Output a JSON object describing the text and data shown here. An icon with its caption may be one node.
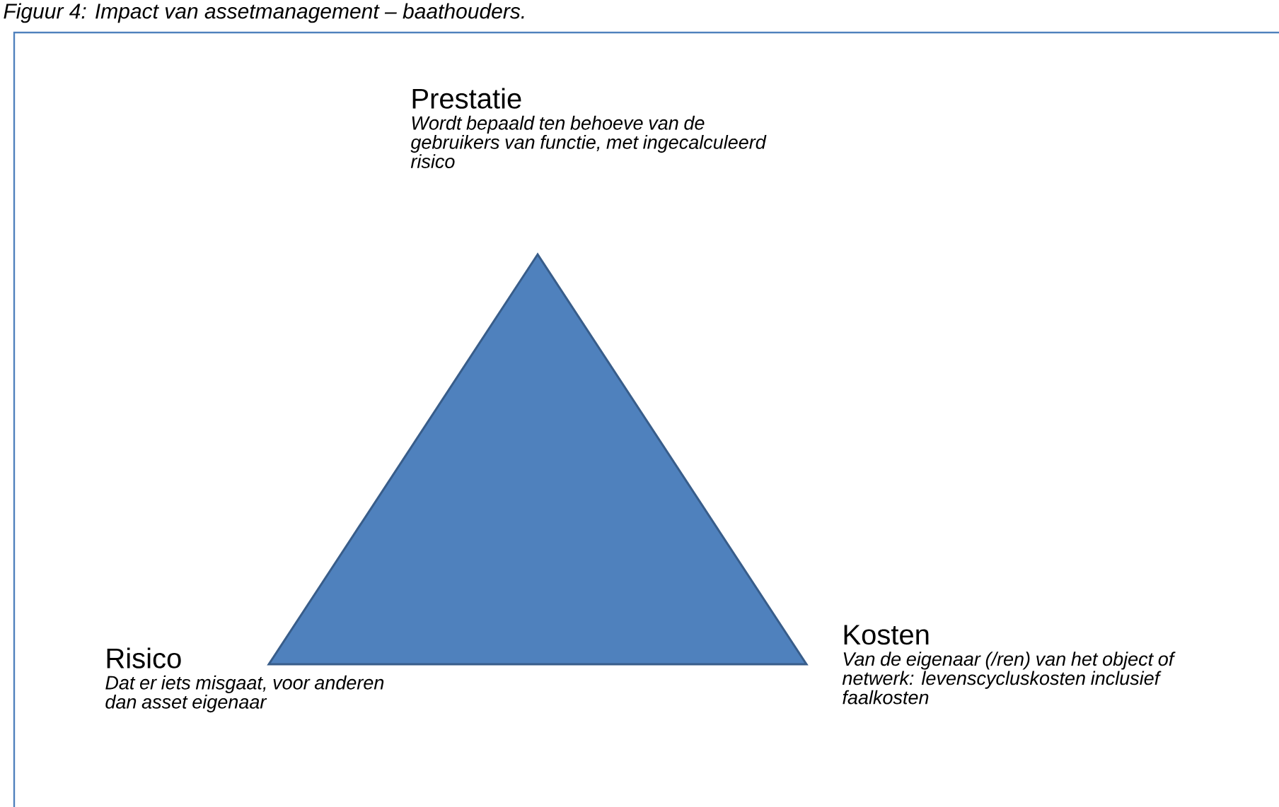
{
  "diagram": {
    "title": "Figuur 4: Impact van assetmanagement – baathouders.",
    "nodes": [
      {
        "text": [
          "Prestatie",
          "Wordt bepaald ten behoeve van de gebruikers van functie, met ingecalculeerd risico"
        ]
      },
      {
        "text": [
          "Risico",
          "Dat er iets misgaat, voor anderen dan asset eigenaar"
        ]
      },
      {
        "text": [
          "Kosten",
          "Van de eigenaar (/ren) van het object of netwerk: levenscycluskosten inclusief faalkosten"
        ]
      }
    ]
  }
}
